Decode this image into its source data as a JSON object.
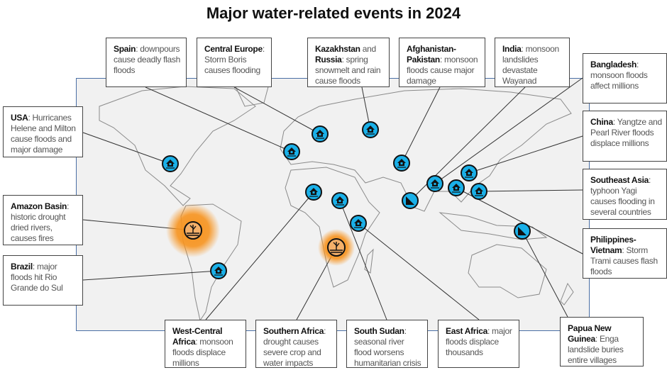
{
  "title": "Major water-related events in 2024",
  "colors": {
    "flood_icon": "#1ab0e8",
    "drought_glow": "#f7931e",
    "drought_icon": "#f4b06a",
    "map_bg": "#f1f1f1",
    "map_border": "#4a6fa5"
  },
  "events": [
    {
      "id": "usa",
      "name": "USA",
      "text": ": Hurricanes Helene and Milton cause floods and major damage",
      "icon": "flood-house-icon"
    },
    {
      "id": "spain",
      "name": "Spain",
      "text": ": downpours cause deadly flash floods",
      "icon": "flood-house-icon"
    },
    {
      "id": "central-europe",
      "name": "Central Europe",
      "text": ": Storm Boris causes flooding",
      "icon": "flood-house-icon"
    },
    {
      "id": "kazakhstan-russia",
      "name": "Kazakhstan",
      "text": " and ",
      "name2": "Russia",
      "text2": ": spring snowmelt and rain cause floods",
      "icon": "flood-house-icon"
    },
    {
      "id": "afghanistan-pakistan",
      "name": "Afghanistan-Pakistan",
      "text": ": monsoon floods cause major damage",
      "icon": "flood-house-icon"
    },
    {
      "id": "india",
      "name": "India",
      "text": ": monsoon landslides devastate Wayanad",
      "icon": "landslide-icon"
    },
    {
      "id": "bangladesh",
      "name": "Bangladesh",
      "text": ": monsoon floods affect millions",
      "icon": "flood-house-icon"
    },
    {
      "id": "china",
      "name": "China",
      "text": ": Yangtze and Pearl River floods displace millions",
      "icon": "flood-house-icon"
    },
    {
      "id": "southeast-asia",
      "name": "Southeast Asia",
      "text": ": typhoon Yagi causes flooding in several countries",
      "icon": "flood-house-icon"
    },
    {
      "id": "philippines-vietnam",
      "name": "Philippines-Vietnam",
      "text": ": Storm Trami causes flash floods",
      "icon": "flood-house-icon"
    },
    {
      "id": "papua-new-guinea",
      "name": "Papua New Guinea",
      "text": ": Enga landslide buries entire villages",
      "icon": "landslide-icon"
    },
    {
      "id": "amazon",
      "name": "Amazon Basin",
      "text": ": historic drought dried rivers, causes fires",
      "icon": "drought-tree-icon"
    },
    {
      "id": "brazil",
      "name": "Brazil",
      "text": ": major floods hit Rio Grande do Sul",
      "icon": "flood-house-icon"
    },
    {
      "id": "west-central-africa",
      "name": "West-Central Africa",
      "text": ": monsoon floods displace millions",
      "icon": "flood-house-icon"
    },
    {
      "id": "southern-africa",
      "name": "Southern Africa",
      "text": ": drought causes severe crop and water impacts",
      "icon": "drought-tree-icon"
    },
    {
      "id": "south-sudan",
      "name": "South Sudan",
      "text": ": seasonal river flood worsens humanitarian crisis",
      "icon": "flood-house-icon"
    },
    {
      "id": "east-africa",
      "name": "East Africa",
      "text": ": major floods displace thousands",
      "icon": "flood-house-icon"
    }
  ]
}
